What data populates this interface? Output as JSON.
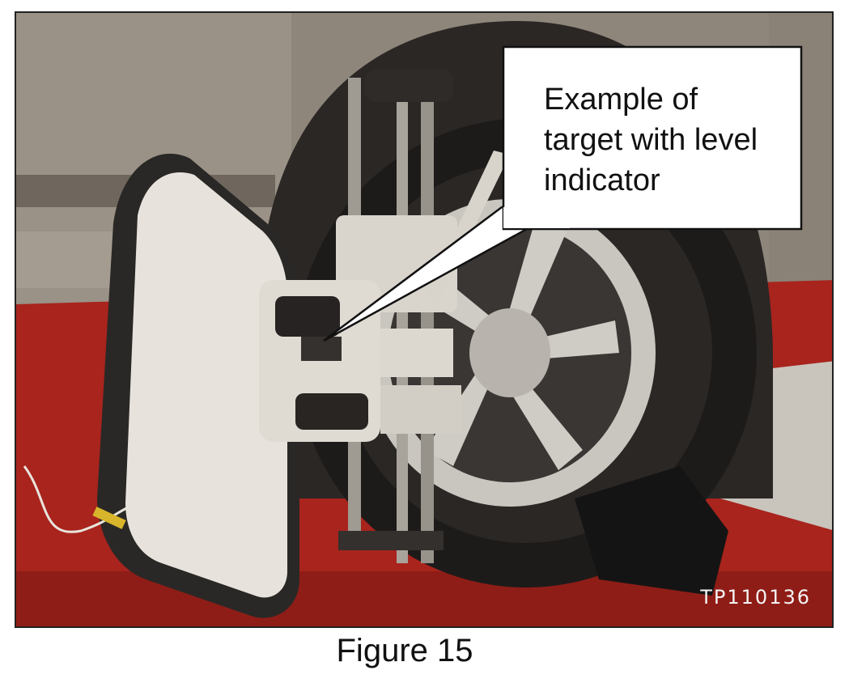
{
  "photo": {
    "callout_text": "Example of\ntarget with level\nindicator",
    "photo_id": "TP110136"
  },
  "figure": {
    "caption": "Figure 15"
  },
  "colors": {
    "floor": "#a8241d",
    "car_body": "#8e867b",
    "tire": "#1d1b1a",
    "wheel": "#c9c6bf",
    "target": "#e7e3dc"
  }
}
